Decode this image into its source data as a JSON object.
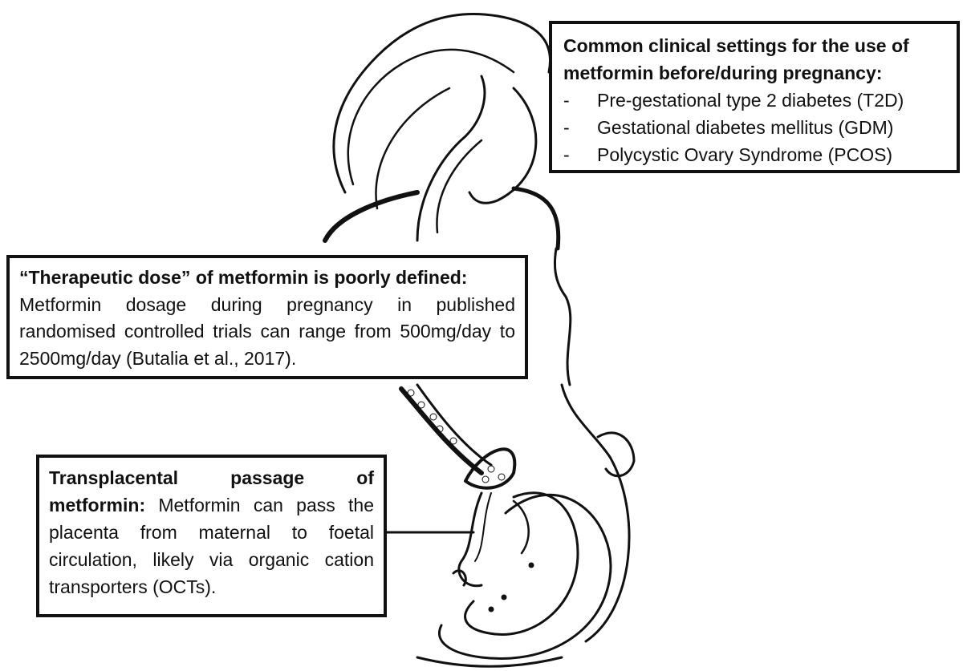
{
  "clinical_settings": {
    "title": "Common clinical settings for the use of metformin before/during pregnancy:",
    "items": [
      "Pre-gestational type 2 diabetes (T2D)",
      "Gestational diabetes mellitus (GDM)",
      "Polycystic Ovary Syndrome (PCOS)"
    ],
    "bullet": "-"
  },
  "therapeutic_dose": {
    "title": "“Therapeutic dose” of metformin is poorly defined:",
    "body": "Metformin dosage during pregnancy in published randomised controlled trials can range from 500mg/day to 2500mg/day (Butalia et al., 2017)."
  },
  "transplacental": {
    "title": "Transplacental passage of metformin:",
    "body": "Metformin can pass the placenta from maternal to foetal circulation, likely via organic cation transporters (OCTs)."
  }
}
